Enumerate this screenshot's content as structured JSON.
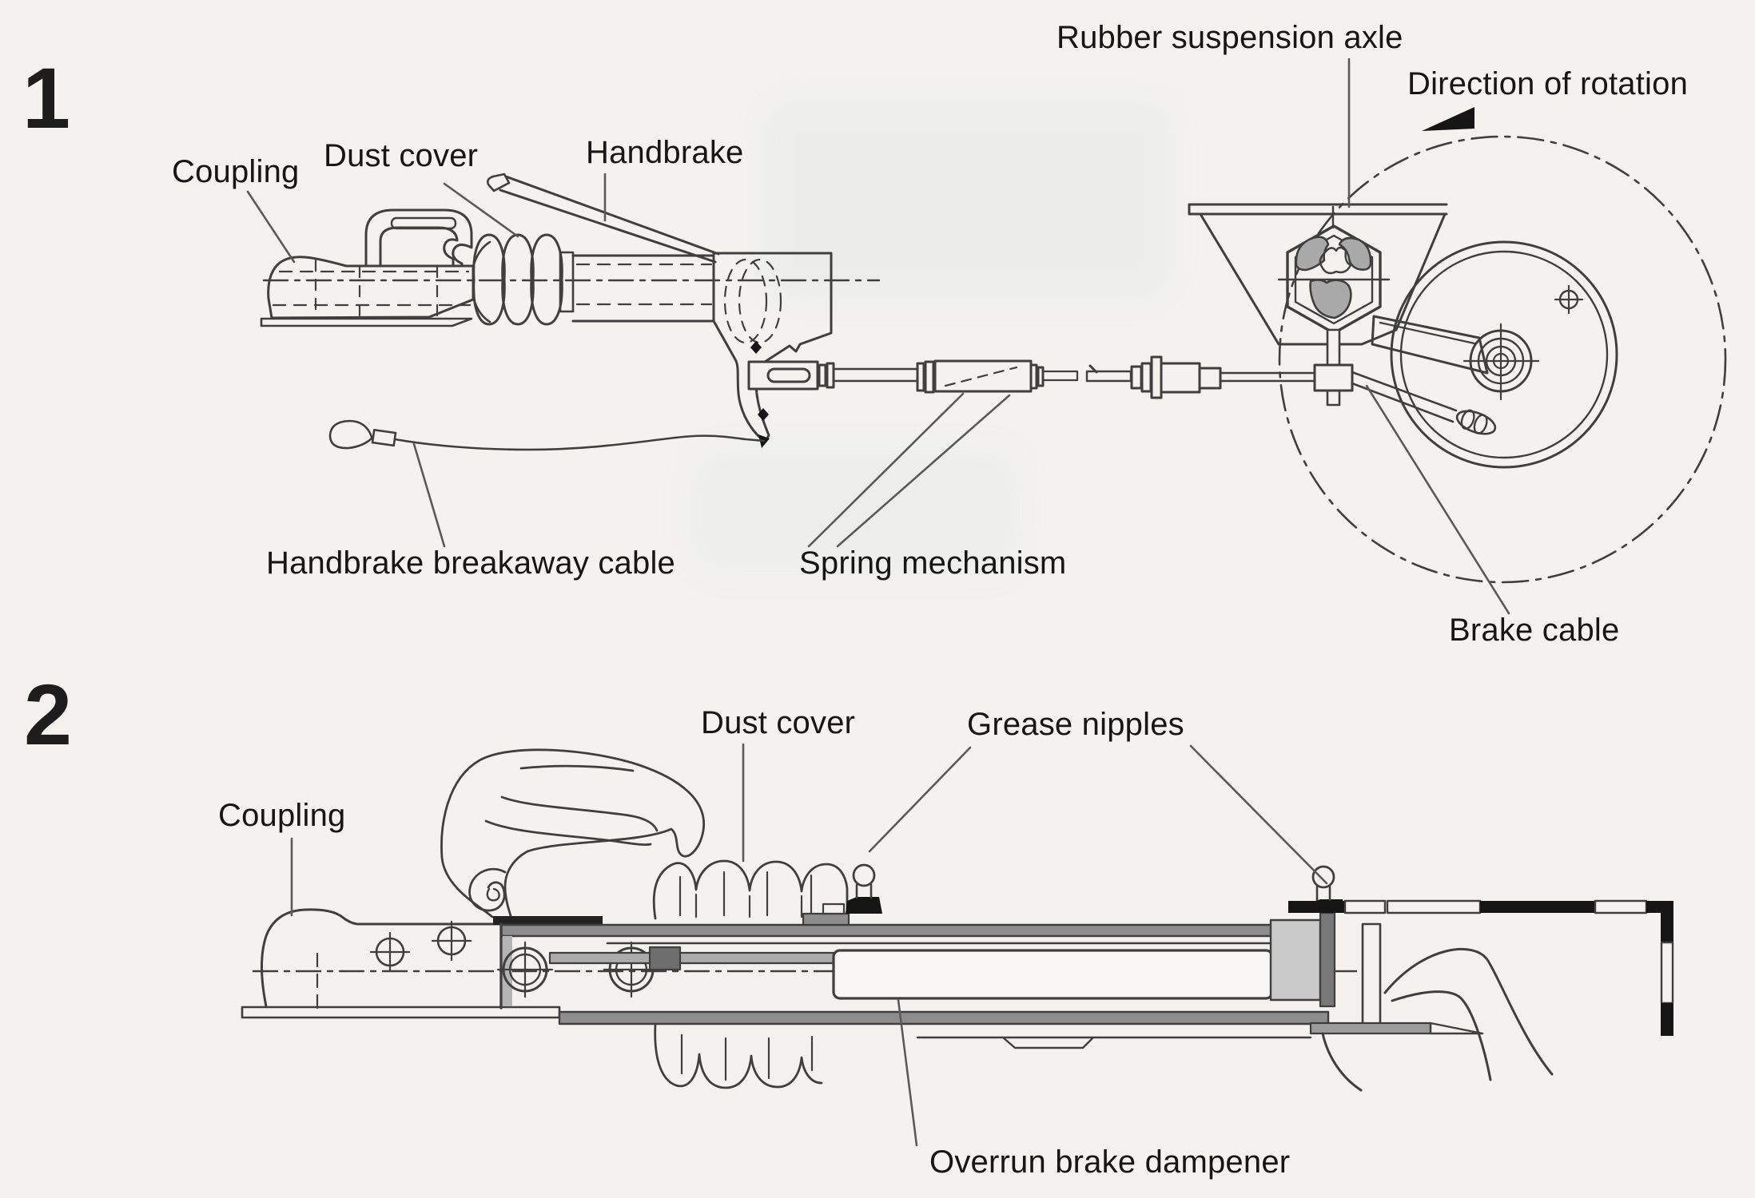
{
  "document": {
    "type": "scanned technical diagram page",
    "subject": "Trailer overrun brake and coupling assembly"
  },
  "colors": {
    "paper": "#f3f2ef",
    "line": "#3f3f3f",
    "label_text": "#161616",
    "leader": "#5a5a5a",
    "gray_fill": "#a9a9a9",
    "rail_gray": "#8d8d8d",
    "light_block": "#c9c9c9",
    "black_fill": "#151515"
  },
  "figure1": {
    "number": "1",
    "labels": {
      "coupling": "Coupling",
      "dust_cover": "Dust cover",
      "handbrake": "Handbrake",
      "rubber_suspension_axle": "Rubber suspension axle",
      "direction_of_rotation": "Direction of rotation",
      "handbrake_breakaway_cable": "Handbrake breakaway cable",
      "spring_mechanism": "Spring mechanism",
      "brake_cable": "Brake cable"
    }
  },
  "figure2": {
    "number": "2",
    "labels": {
      "coupling": "Coupling",
      "dust_cover": "Dust cover",
      "grease_nipples": "Grease nipples",
      "overrun_brake_dampener": "Overrun brake dampener"
    }
  }
}
